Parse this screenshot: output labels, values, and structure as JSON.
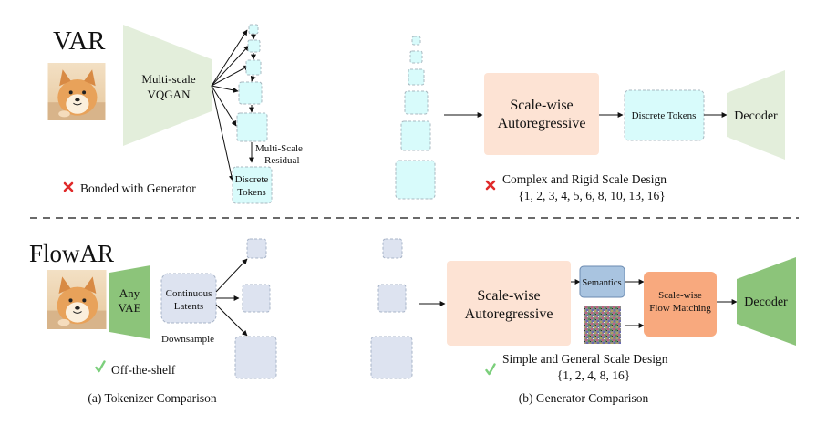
{
  "var_section": {
    "title": "VAR",
    "encoder_label_line1": "Multi-scale",
    "encoder_label_line2": "VQGAN",
    "residual_label_line1": "Multi-Scale",
    "residual_label_line2": "Residual",
    "tokens_label_line1": "Discrete",
    "tokens_label_line2": "Tokens",
    "drawback": "Bonded with Generator",
    "generator_line1": "Scale-wise",
    "generator_line2": "Autoregressive",
    "discrete_tokens_box": "Discrete Tokens",
    "decoder": "Decoder",
    "scale_note": "Complex and Rigid Scale Design",
    "scale_set": "{1, 2, 3, 4, 5, 6, 8, 10, 13, 16}"
  },
  "flowar_section": {
    "title": "FlowAR",
    "vae_line1": "Any",
    "vae_line2": "VAE",
    "latents_line1": "Continuous",
    "latents_line2": "Latents",
    "downsample": "Downsample",
    "benefit": "Off-the-shelf",
    "generator_line1": "Scale-wise",
    "generator_line2": "Autoregressive",
    "semantics": "Semantics",
    "flow_line1": "Scale-wise",
    "flow_line2": "Flow Matching",
    "decoder": "Decoder",
    "scale_note": "Simple and General Scale Design",
    "scale_set": "{1, 2, 4, 8, 16}"
  },
  "captions": {
    "left": "(a) Tokenizer Comparison",
    "right": "(b) Generator Comparison"
  },
  "colors": {
    "var_green": "#e3eedb",
    "flow_green": "#8cc47a",
    "cyan": "#d8fbfb",
    "blue_gray": "#dde3f0",
    "peach": "#fde3d4",
    "orange": "#f8a97e",
    "semantics_blue": "#a9c4e0",
    "cross_red": "#e02a2a",
    "check_green": "#7ccf7c"
  },
  "icons": [
    "dog-photo",
    "cross-icon",
    "check-icon",
    "noise-image"
  ]
}
